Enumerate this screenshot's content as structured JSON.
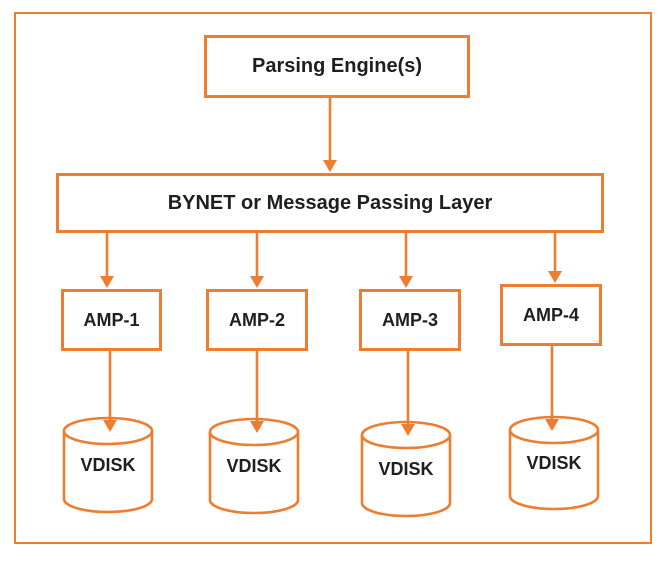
{
  "diagram": {
    "parsing_engine_label": "Parsing Engine(s)",
    "bynet_label": "BYNET or Message Passing Layer",
    "amp_labels": [
      "AMP-1",
      "AMP-2",
      "AMP-3",
      "AMP-4"
    ],
    "vdisk_labels": [
      "VDISK",
      "VDISK",
      "VDISK",
      "VDISK"
    ],
    "colors": {
      "accent": "#ED7D31",
      "text": "#1F1F1F",
      "background": "#FFFFFF"
    }
  }
}
